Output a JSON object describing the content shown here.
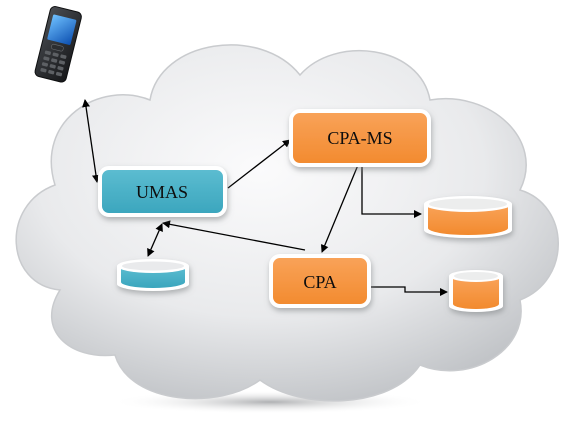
{
  "nodes": {
    "umas": {
      "label": "UMAS",
      "color": "#4bb2c8"
    },
    "cpa_ms": {
      "label": "CPA-MS",
      "color": "#f7953f"
    },
    "cpa": {
      "label": "CPA",
      "color": "#f7953f"
    }
  },
  "icons": {
    "device": "mobile-phone-icon",
    "storage": "database-cylinder-icon",
    "background": "cloud"
  },
  "colors": {
    "cloud_light": "#f4f5f6",
    "cloud_dark": "#b9bcc0",
    "box_border": "#ffffff",
    "arrow": "#000000",
    "storage_blue": "#4bb2c8",
    "storage_orange": "#f7953f"
  }
}
